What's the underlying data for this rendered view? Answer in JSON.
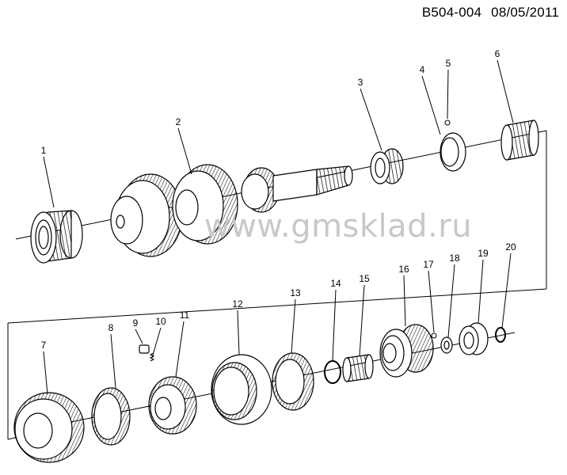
{
  "header": {
    "code": "B504-004",
    "date": "08/05/2011"
  },
  "watermark": "www.gmsklad.ru",
  "callouts": [
    "1",
    "2",
    "3",
    "4",
    "5",
    "6",
    "7",
    "8",
    "9",
    "10",
    "11",
    "12",
    "13",
    "14",
    "15",
    "16",
    "17",
    "18",
    "19",
    "20"
  ]
}
